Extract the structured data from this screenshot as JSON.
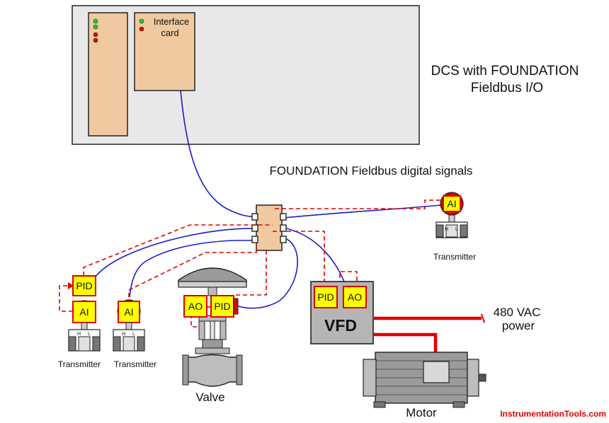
{
  "dcs": {
    "title_line1": "DCS with FOUNDATION",
    "title_line2": "Fieldbus I/O",
    "card_line1": "Interface",
    "card_line2": "card"
  },
  "bus_label": "FOUNDATION Fieldbus digital signals",
  "blocks": {
    "ai": "AI",
    "pid": "PID",
    "ao": "AO",
    "vfd": "VFD"
  },
  "transmitter_label": "Transmitter",
  "transmitter_ports": {
    "high": "H",
    "low": "L"
  },
  "valve_label": "Valve",
  "motor_label": "Motor",
  "power": {
    "line1": "480 VAC",
    "line2": "power"
  },
  "watermark": "InstrumentationTools.com",
  "colors": {
    "cabinet": "#e8e8e8",
    "card": "#f0c9a0",
    "block": "#ffff00",
    "block_border": "#e00000",
    "signal": "#e00000",
    "cable": "#1c1ccc",
    "vfd": "#b5b5b5",
    "motor": "#9a9a9a",
    "watermark": "#e00000"
  }
}
